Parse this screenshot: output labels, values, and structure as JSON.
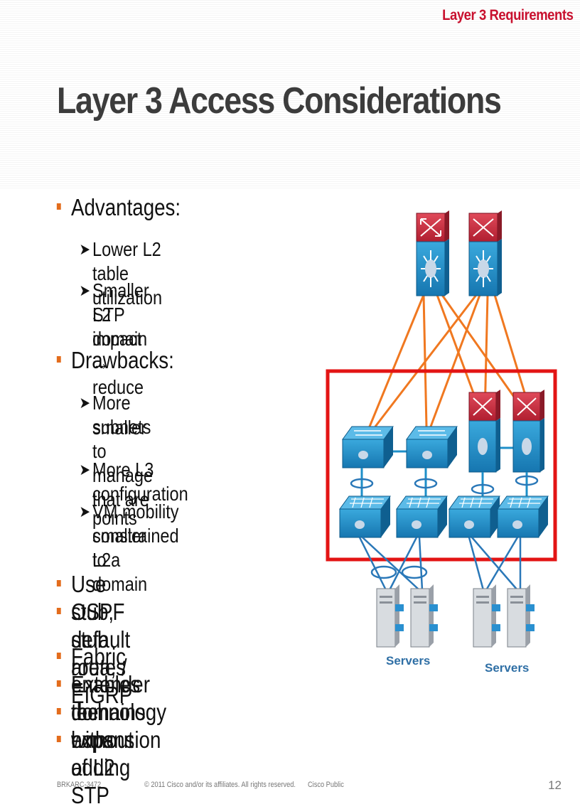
{
  "header": {
    "section_tag": "Layer 3 Requirements",
    "title": "Layer 3 Access Considerations"
  },
  "bullets": {
    "advantages": {
      "heading": "Advantages:",
      "items": [
        "Lower L2 table utilization",
        "Smaller L2 domain → reduce",
        "STP impact"
      ]
    },
    "drawbacks": {
      "heading": "Drawbacks:",
      "items": [
        "More subnets to manage that are",
        "smaller",
        "More L3 configuration points",
        "VM mobility constrained to a",
        "smaller L2 domain"
      ]
    },
    "ospf": [
      "Use OSPF stub area, / EIGRP",
      "stub, default routes"
    ],
    "fabric": [
      "Fabric Extender technology",
      "enables the expansion of L2",
      "domains without adding STP",
      "hops"
    ]
  },
  "diagram": {
    "server_labels": [
      "Servers",
      "Servers"
    ],
    "colors": {
      "highlight_box": "#e31414",
      "core_top": "#c8283a",
      "switch_blue": "#1e8fc8",
      "uplink": "#f07820",
      "downlink": "#2a78b8"
    }
  },
  "footer": {
    "session": "BRKARC-3472",
    "copyright": "© 2011 Cisco and/or its affiliates. All rights reserved.",
    "classification": "Cisco Public",
    "page": "12"
  }
}
